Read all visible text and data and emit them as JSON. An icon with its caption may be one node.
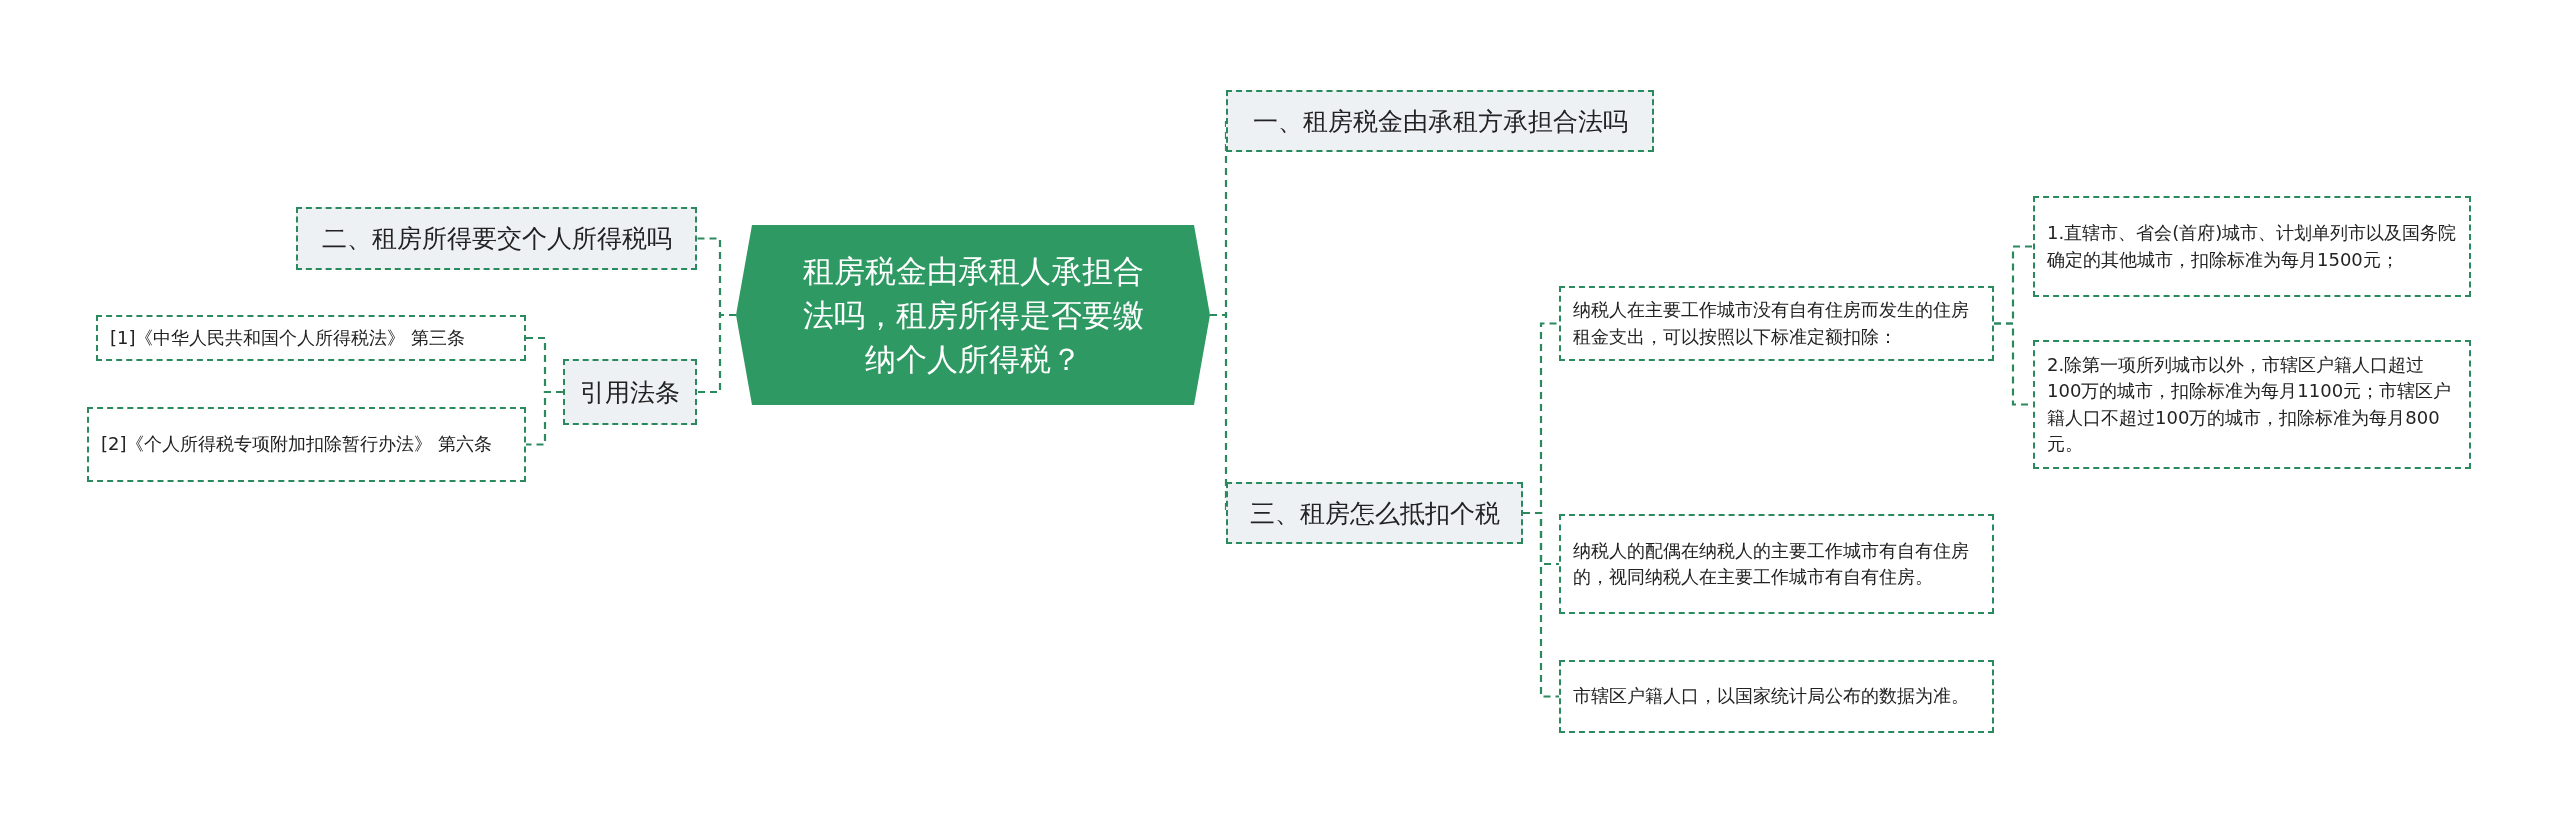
{
  "diagram": {
    "nodes": [
      {
        "text": [
          "租房税金由承租人承担合法吗，租房所得是否要缴纳个人所得税？"
        ]
      },
      {
        "text": [
          "一、租房税金由承租方承担合法吗"
        ]
      },
      {
        "text": [
          "二、租房所得要交个人所得税吗"
        ]
      },
      {
        "text": [
          "引用法条"
        ]
      },
      {
        "text": [
          "[1]《中华人民共和国个人所得税法》 第三条"
        ]
      },
      {
        "text": [
          "[2]《个人所得税专项附加扣除暂行办法》 第六条"
        ]
      },
      {
        "text": [
          "三、租房怎么抵扣个税"
        ]
      },
      {
        "text": [
          "纳税人在主要工作城市没有自有住房而发生的住房租金支出，可以按照以下标准定额扣除："
        ]
      },
      {
        "text": [
          "1.直辖市、省会(首府)城市、计划单列市以及国务院确定的其他城市，扣除标准为每月1500元；"
        ]
      },
      {
        "text": [
          "2.除第一项所列城市以外，市辖区户籍人口超过100万的城市，扣除标准为每月1100元；市辖区户籍人口不超过100万的城市，扣除标准为每月800元。"
        ]
      },
      {
        "text": [
          "纳税人的配偶在纳税人的主要工作城市有自有住房的，视同纳税人在主要工作城市有自有住房。"
        ]
      },
      {
        "text": [
          "市辖区户籍人口，以国家统计局公布的数据为准。"
        ]
      }
    ],
    "edges": [
      {
        "from": 0,
        "to": 1,
        "arrow": "none"
      },
      {
        "from": 0,
        "to": 2,
        "arrow": "none"
      },
      {
        "from": 0,
        "to": 3,
        "arrow": "none"
      },
      {
        "from": 3,
        "to": 4,
        "arrow": "none"
      },
      {
        "from": 3,
        "to": 5,
        "arrow": "none"
      },
      {
        "from": 0,
        "to": 6,
        "arrow": "none"
      },
      {
        "from": 6,
        "to": 7,
        "arrow": "none"
      },
      {
        "from": 7,
        "to": 8,
        "arrow": "none"
      },
      {
        "from": 7,
        "to": 9,
        "arrow": "none"
      },
      {
        "from": 6,
        "to": 10,
        "arrow": "none"
      },
      {
        "from": 6,
        "to": 11,
        "arrow": "none"
      }
    ]
  }
}
